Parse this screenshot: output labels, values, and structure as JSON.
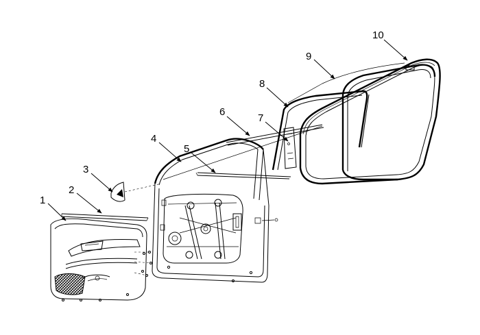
{
  "figure": {
    "background": "#ffffff",
    "line_color": "#000000",
    "callouts": [
      {
        "id": "1",
        "label": "1"
      },
      {
        "id": "2",
        "label": "2"
      },
      {
        "id": "3",
        "label": "3"
      },
      {
        "id": "4",
        "label": "4"
      },
      {
        "id": "5",
        "label": "5"
      },
      {
        "id": "6",
        "label": "6"
      },
      {
        "id": "7",
        "label": "7"
      },
      {
        "id": "8",
        "label": "8"
      },
      {
        "id": "9",
        "label": "9"
      },
      {
        "id": "10",
        "label": "10"
      }
    ]
  }
}
